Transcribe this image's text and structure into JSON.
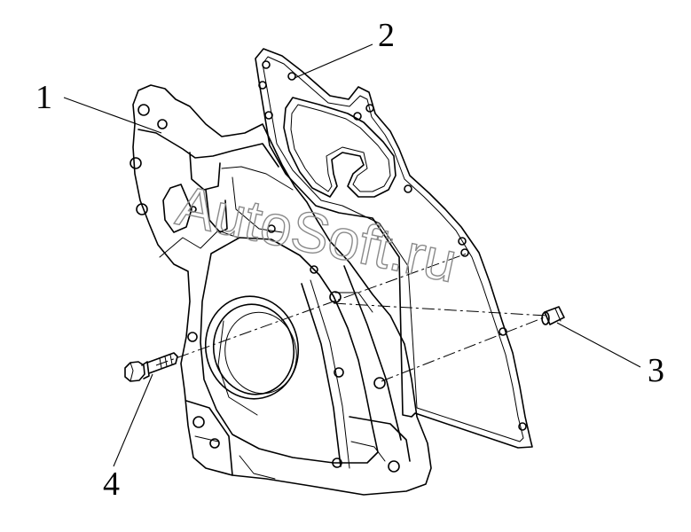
{
  "callouts": [
    {
      "id": "1",
      "label": "1"
    },
    {
      "id": "2",
      "label": "2"
    },
    {
      "id": "3",
      "label": "3"
    },
    {
      "id": "4",
      "label": "4"
    }
  ],
  "watermark": "AutoSoft.ru",
  "parts": {
    "1": "timing-cover",
    "2": "gasket",
    "3": "dowel-sleeve",
    "4": "bolt"
  }
}
